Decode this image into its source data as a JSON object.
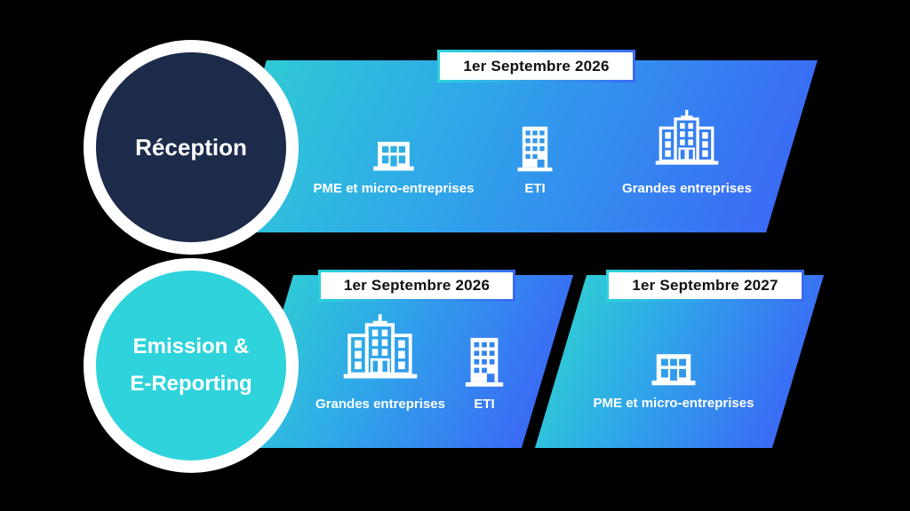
{
  "colors": {
    "background": "#000000",
    "banner_gradient_start": "#2FC9D6",
    "banner_gradient_mid": "#2FA7E9",
    "banner_gradient_end": "#3A6AF5",
    "reception_circle_fill": "#1D2B4B",
    "emission_circle_fill": "#2ED3DC",
    "circle_ring": "#FFFFFF",
    "date_box_border_start": "#2ED3DC",
    "date_box_border_end": "#3A6AF5",
    "date_box_fill": "#FFFFFF",
    "text_light": "#FFFFFF",
    "text_dark": "#111111"
  },
  "rows": [
    {
      "id": "reception",
      "circle_label": "Réception",
      "banners": [
        {
          "date": "1er Septembre 2026",
          "entities": [
            {
              "label": "PME et micro-entreprises",
              "icon": "small-building-icon"
            },
            {
              "label": "ETI",
              "icon": "medium-building-icon"
            },
            {
              "label": "Grandes entreprises",
              "icon": "large-building-icon"
            }
          ]
        }
      ]
    },
    {
      "id": "emission-e-reporting",
      "circle_label_line1": "Emission &",
      "circle_label_line2": "E-Reporting",
      "banners": [
        {
          "date": "1er Septembre 2026",
          "entities": [
            {
              "label": "Grandes entreprises",
              "icon": "large-building-icon"
            },
            {
              "label": "ETI",
              "icon": "medium-building-icon"
            }
          ]
        },
        {
          "date": "1er Septembre 2027",
          "entities": [
            {
              "label": "PME et micro-entreprises",
              "icon": "small-building-icon"
            }
          ]
        }
      ]
    }
  ]
}
